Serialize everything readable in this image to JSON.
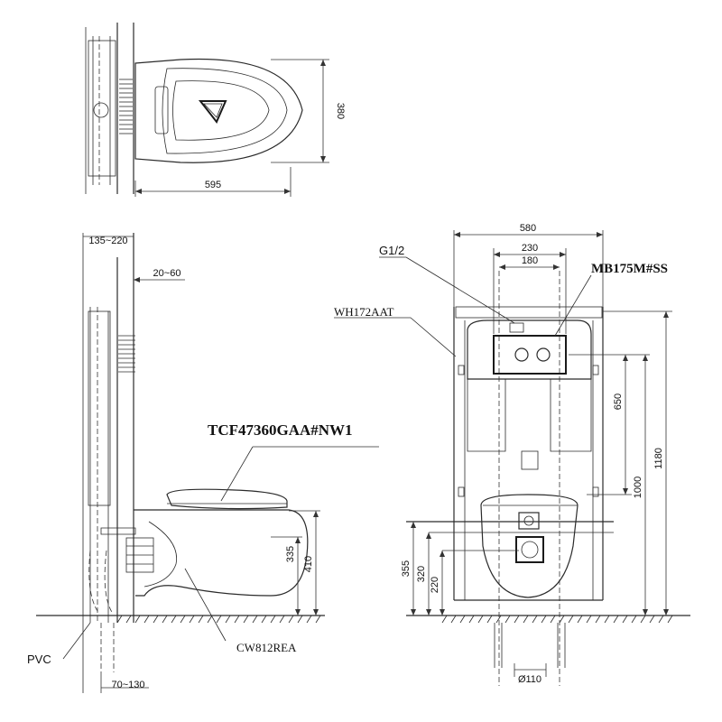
{
  "dimensions": {
    "top_depth": "595",
    "top_width": "380",
    "side_wall": "135~220",
    "side_gap": "20~60",
    "side_h335": "335",
    "side_h410": "410",
    "side_bottom": "70~130",
    "front_width": "580",
    "front_230": "230",
    "front_180": "180",
    "front_650": "650",
    "front_1000": "1000",
    "front_1180": "1180",
    "front_355": "355",
    "front_320": "320",
    "front_220": "220",
    "front_pipe": "Ø110"
  },
  "labels": {
    "water_inlet": "G1/2",
    "flush_plate": "MB175M#SS",
    "frame": "WH172AAT",
    "seat": "TCF47360GAA#NW1",
    "bowl": "CW812REA",
    "pipe": "PVC"
  }
}
